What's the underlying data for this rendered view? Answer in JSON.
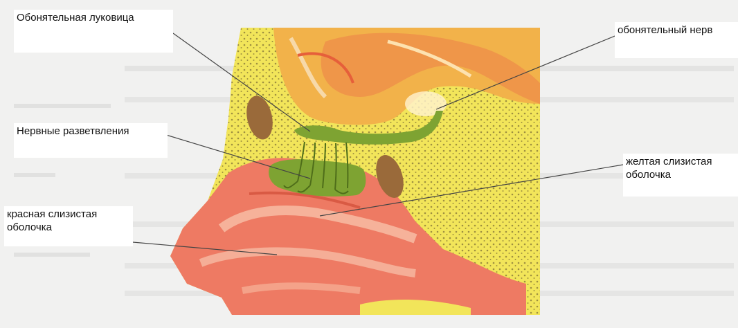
{
  "labels": {
    "olfactory_bulb": "Обонятельная луковица",
    "olfactory_nerve": "обонятельный нерв",
    "nerve_branches": "Нервные разветвления",
    "yellow_mucosa": {
      "line1": "желтая слизистая",
      "line2": "оболочка"
    },
    "red_mucosa": {
      "line1": "красная слизистая",
      "line2": "оболочка"
    }
  },
  "colors": {
    "background": "#f1f1f0",
    "bone": "#f2e55a",
    "bone_dots": "#5a4a2a",
    "red_mucosa": "#ee7a63",
    "brain": "#f2b24a",
    "olfactory_tissue": "#7ea332",
    "sinus": "#9a6a3a",
    "leader_line": "#444444"
  }
}
